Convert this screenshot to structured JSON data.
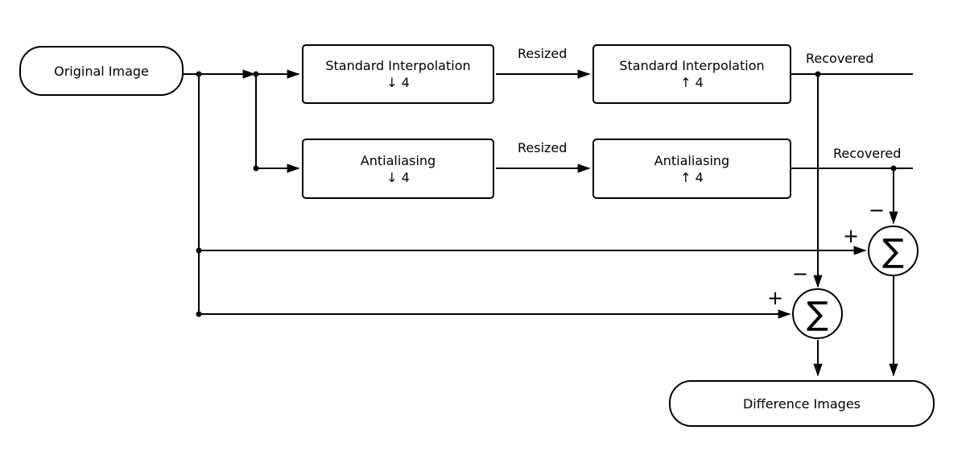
{
  "nodes": {
    "original": "Original Image",
    "si_down": {
      "title": "Standard Interpolation",
      "factor": "↓ 4"
    },
    "si_up": {
      "title": "Standard Interpolation",
      "factor": "↑ 4"
    },
    "aa_down": {
      "title": "Antialiasing",
      "factor": "↓ 4"
    },
    "aa_up": {
      "title": "Antialiasing",
      "factor": "↑ 4"
    },
    "sum_symbol": "∑",
    "difference": "Difference Images"
  },
  "edge_labels": {
    "resized_top": "Resized",
    "resized_bottom": "Resized",
    "recovered_top": "Recovered",
    "recovered_bottom": "Recovered"
  },
  "signs": {
    "sum_right_minus": "−",
    "sum_right_plus": "+",
    "sum_left_minus": "−",
    "sum_left_plus": "+"
  }
}
